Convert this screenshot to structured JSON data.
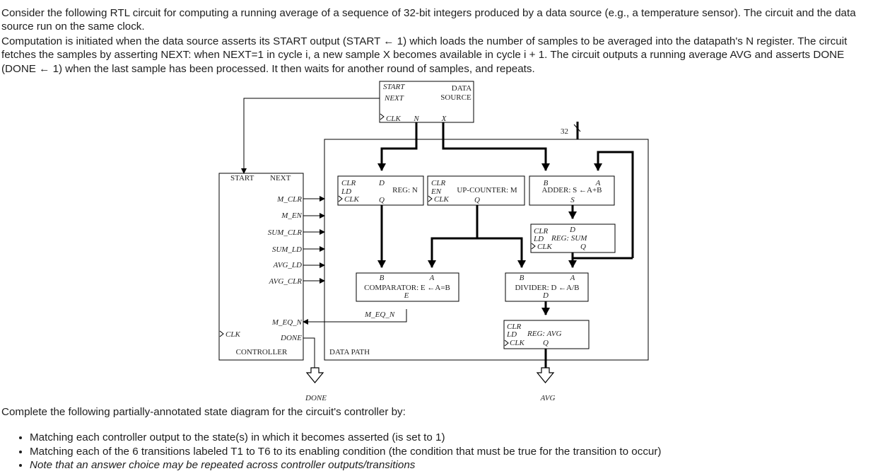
{
  "problem": {
    "intro": "Consider the following RTL circuit for computing a running average of a sequence of 32-bit integers produced by a data source (e.g., a temperature sensor). The circuit and the data source run on the same clock.",
    "computation": "Computation is initiated when the data source asserts its START output (START ← 1) which loads the number of samples to be averaged into the datapath's N register. The circuit fetches the samples by asserting NEXT: when NEXT=1 in cycle i, a new sample X becomes available in cycle i + 1. The circuit outputs a running average AVG and asserts DONE (DONE ← 1) when the last sample has been processed. It then waits for another round of samples, and repeats.",
    "task_intro": "Complete the following partially-annotated state diagram for the circuit's controller by:",
    "tasks": [
      "Matching each controller output to the state(s) in which it becomes asserted (is set to 1)",
      "Matching each of the 6 transitions labeled T1 to T6 to its enabling condition (the condition that must be true for the transition to occur)",
      "Note that an answer choice may be repeated across controller outputs/transitions"
    ]
  },
  "diagram": {
    "source": {
      "start": "START",
      "next": "NEXT",
      "data1": "DATA",
      "data2": "SOURCE",
      "clk": "CLK",
      "n": "N",
      "x": "X"
    },
    "bus_width": "32",
    "controller": {
      "title": "CONTROLLER",
      "start": "START",
      "next": "NEXT",
      "outputs": [
        "M_CLR",
        "M_EN",
        "SUM_CLR",
        "SUM_LD",
        "AVG_LD",
        "AVG_CLR"
      ],
      "m_eq_n": "M_EQ_N",
      "clk": "CLK",
      "done": "DONE"
    },
    "datapath_title": "DATA PATH",
    "reg_n": {
      "clr": "CLR",
      "ld": "LD",
      "clk": "CLK",
      "d": "D",
      "q": "Q",
      "name": "REG: N"
    },
    "counter": {
      "clr": "CLR",
      "en": "EN",
      "clk": "CLK",
      "name": "UP-COUNTER: M",
      "q": "Q"
    },
    "adder": {
      "b": "B",
      "a": "A",
      "label": "ADDER: S ←A+B",
      "s": "S"
    },
    "reg_sum": {
      "clr": "CLR",
      "ld": "LD",
      "clk": "CLK",
      "d": "D",
      "name": "REG: SUM",
      "q": "Q"
    },
    "comparator": {
      "b": "B",
      "a": "A",
      "label": "COMPARATOR: E ←A=B",
      "e": "E",
      "signal": "M_EQ_N"
    },
    "divider": {
      "b": "B",
      "a": "A",
      "label": "DIVIDER: D ←A/B",
      "d": "D"
    },
    "reg_avg": {
      "clr": "CLR",
      "ld": "LD",
      "clk": "CLK",
      "name": "REG: AVG",
      "q": "Q"
    },
    "out_done": "DONE",
    "out_avg": "AVG"
  }
}
